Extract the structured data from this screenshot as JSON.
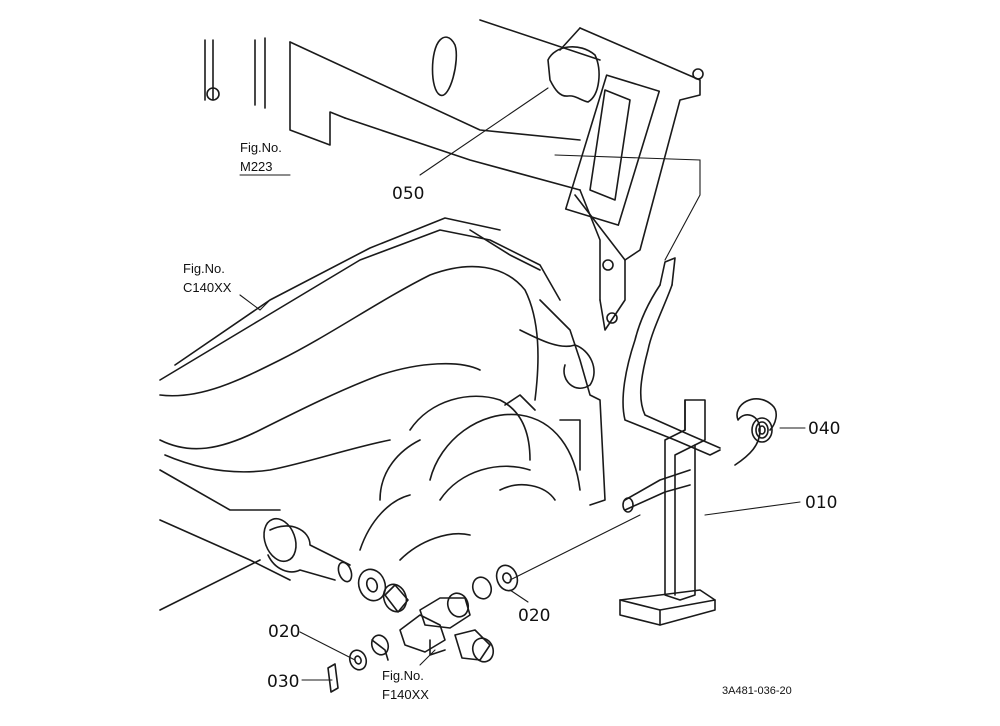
{
  "callouts": {
    "p010": "010",
    "p020a": "020",
    "p020b": "020",
    "p030": "030",
    "p040": "040",
    "p050": "050"
  },
  "refs": {
    "m223_line1": "Fig.No.",
    "m223_line2": "M223",
    "c140_line1": "Fig.No.",
    "c140_line2": "C140XX",
    "f140_line1": "Fig.No.",
    "f140_line2": "F140XX"
  },
  "drawing_code": "3A481-036-20"
}
